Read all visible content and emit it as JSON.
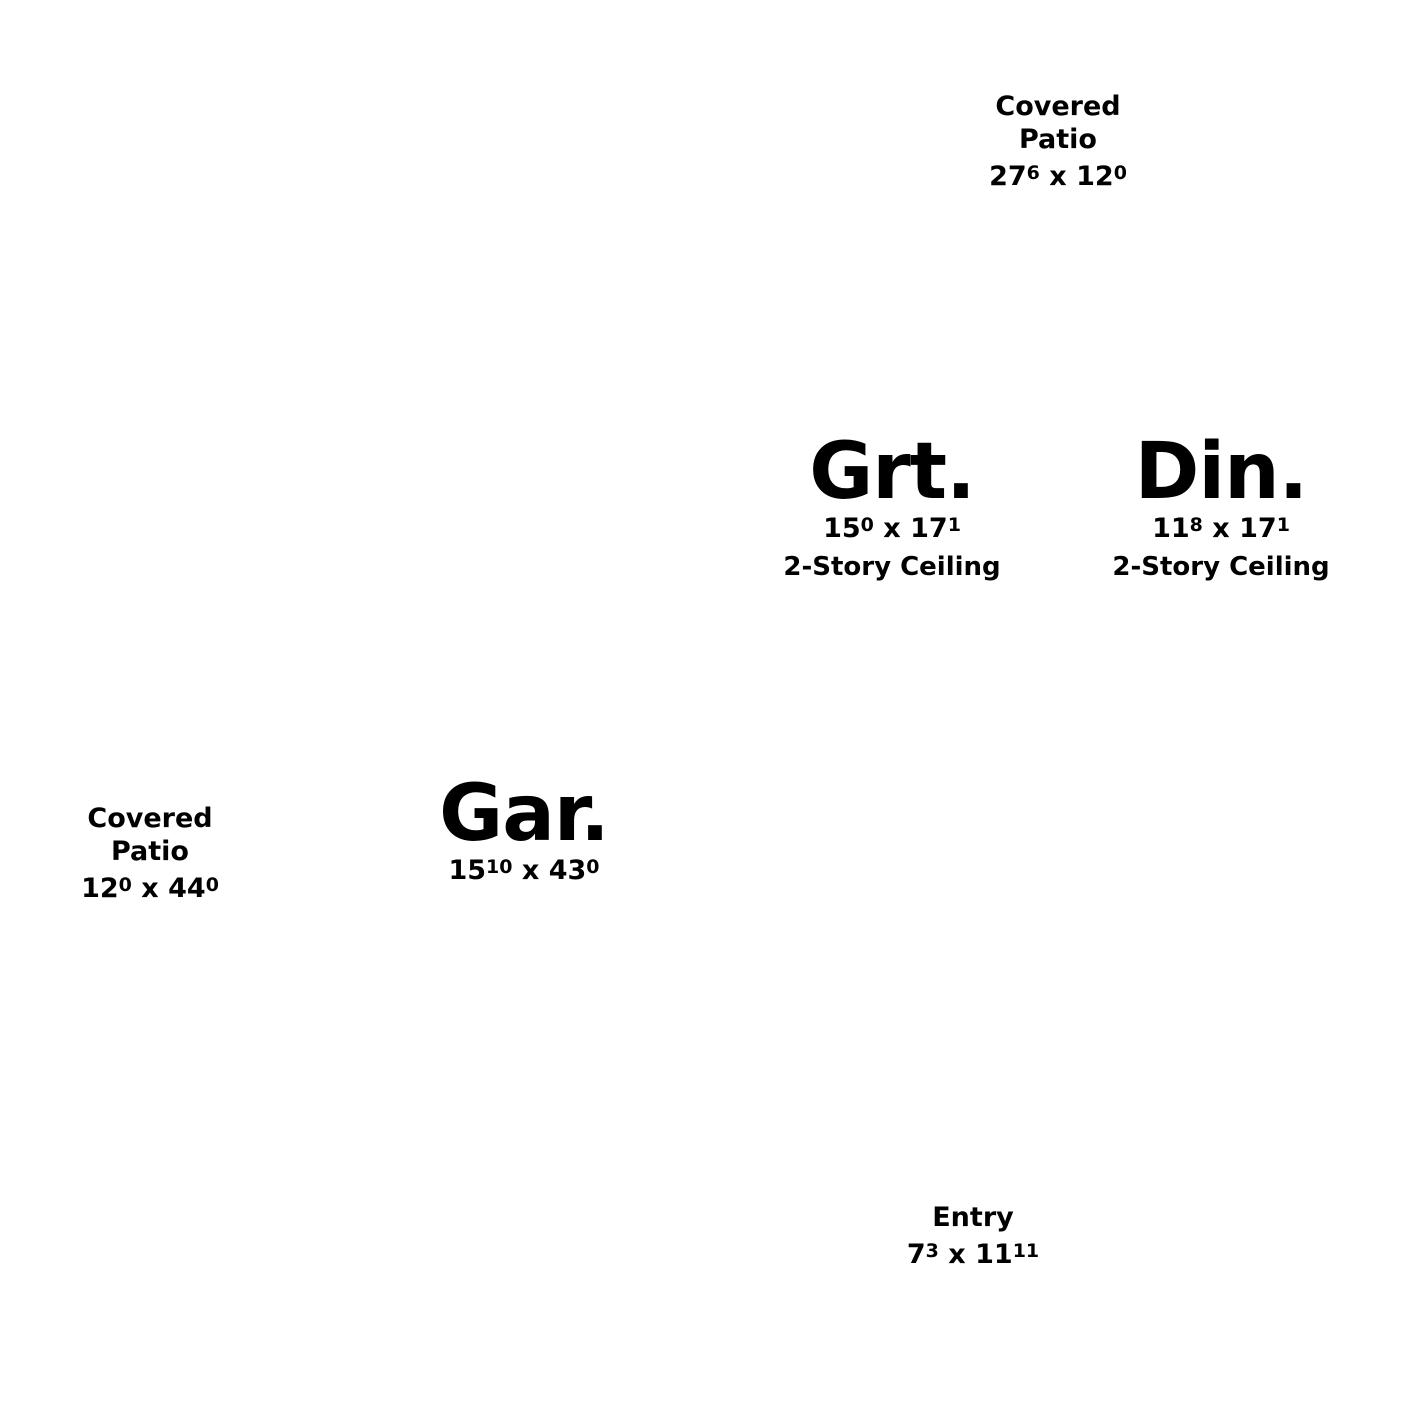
{
  "rooms": {
    "covered_patio_top": {
      "name_line1": "Covered",
      "name_line2": "Patio",
      "w_ft": "27",
      "w_in": "6",
      "x": "x",
      "d_ft": "12",
      "d_in": "0"
    },
    "great_room": {
      "name": "Grt.",
      "w_ft": "15",
      "w_in": "0",
      "x": "x",
      "d_ft": "17",
      "d_in": "1",
      "note": "2-Story Ceiling"
    },
    "dining": {
      "name": "Din.",
      "w_ft": "11",
      "w_in": "8",
      "x": "x",
      "d_ft": "17",
      "d_in": "1",
      "note": "2-Story Ceiling"
    },
    "garage": {
      "name": "Gar.",
      "w_ft": "15",
      "w_in": "10",
      "x": "x",
      "d_ft": "43",
      "d_in": "0"
    },
    "covered_patio_left": {
      "name_line1": "Covered",
      "name_line2": "Patio",
      "w_ft": "12",
      "w_in": "0",
      "x": "x",
      "d_ft": "44",
      "d_in": "0"
    },
    "entry": {
      "name": "Entry",
      "w_ft": "7",
      "w_in": "3",
      "x": "x",
      "d_ft": "11",
      "d_in": "11"
    }
  }
}
